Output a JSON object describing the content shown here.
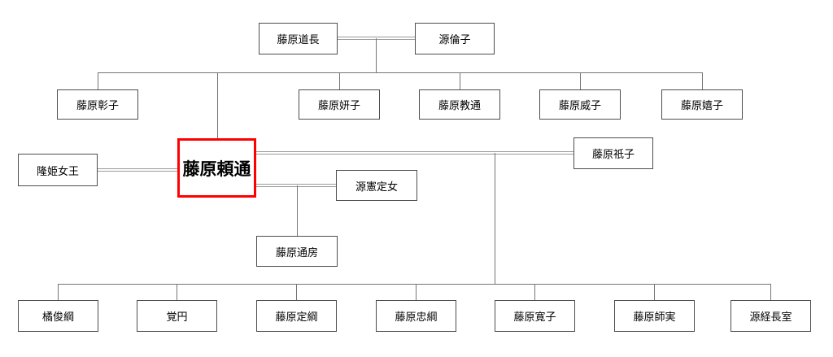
{
  "diagram": {
    "type": "family-tree",
    "highlighted_person": "藤原頼通",
    "people": {
      "michinaga": {
        "name": "藤原道長"
      },
      "rinshi": {
        "name": "源倫子"
      },
      "shoshi": {
        "name": "藤原彰子"
      },
      "kenshi": {
        "name": "藤原妍子"
      },
      "norimichi": {
        "name": "藤原教通"
      },
      "ishi": {
        "name": "藤原威子"
      },
      "kishi": {
        "name": "藤原嬉子"
      },
      "takahime": {
        "name": "隆姫女王"
      },
      "yorimichi": {
        "name": "藤原頼通",
        "highlighted": true
      },
      "gishi": {
        "name": "藤原祇子"
      },
      "norisada_daughter": {
        "name": "源憲定女"
      },
      "michifusa": {
        "name": "藤原通房"
      },
      "toshitsuna": {
        "name": "橘俊綱"
      },
      "kakuen": {
        "name": "覚円"
      },
      "sadatsuna": {
        "name": "藤原定綱"
      },
      "tadatsuna": {
        "name": "藤原忠綱"
      },
      "kanshi": {
        "name": "藤原寛子"
      },
      "morozane": {
        "name": "藤原師実"
      },
      "tsunenaga_wife": {
        "name": "源経長室"
      }
    }
  },
  "colors": {
    "highlight_border": "#ff0000",
    "box_border": "#4d4d4d",
    "line": "#757575",
    "marriage_line": "#9a9a9a",
    "text": "#000000",
    "background": "#ffffff"
  }
}
